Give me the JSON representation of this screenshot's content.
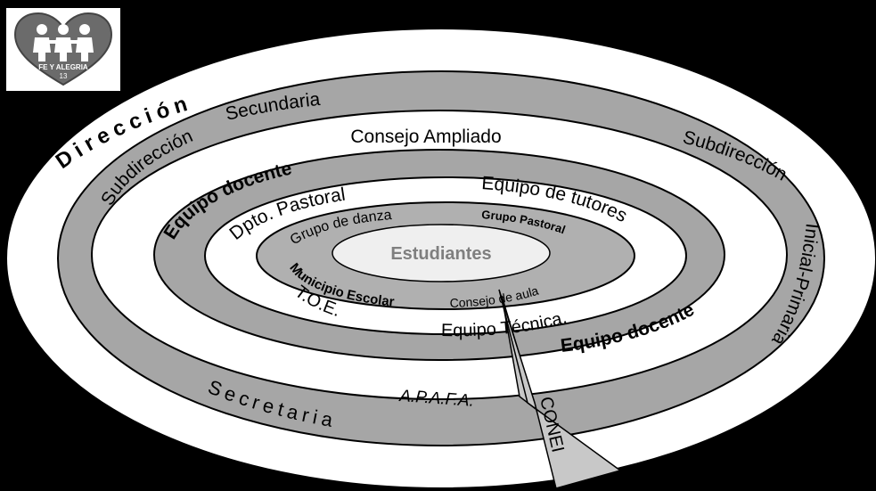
{
  "logo": {
    "line1": "FE Y ALEGRIA",
    "line2": "13"
  },
  "rings": {
    "outer": [
      "Dirección",
      "Secundaria",
      "Subdirección",
      "Subdirección",
      "Inicial-Primaria",
      "Secretaria"
    ],
    "second": [
      "Consejo Ampliado",
      "A.P.A.F.A."
    ],
    "third": [
      "Equipo docente",
      "Equipo docente"
    ],
    "fourth": [
      "Dpto. Pastoral",
      "Equipo de tutores",
      "T.O.E.",
      "Equipo Técnica."
    ],
    "fifth": [
      "Grupo de danza",
      "Grupo Pastoral",
      "Municipio Escolar",
      "Consejo de aula"
    ],
    "center": "Estudiantes"
  },
  "pointer": {
    "label": "CONEI"
  },
  "colors": {
    "background": "#000000",
    "ring_light": "#ffffff",
    "ring_gray": "#a6a6a6",
    "inner_gray": "#b0b0b0",
    "center_fill": "#efefef",
    "center_text": "#7f7f7f"
  }
}
